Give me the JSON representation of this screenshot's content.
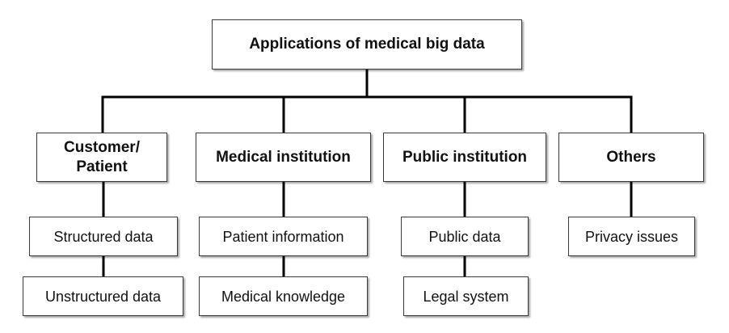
{
  "root": {
    "label": "Applications of medical big data"
  },
  "categories": [
    {
      "label": "Customer/\nPatient",
      "items": [
        "Structured data",
        "Unstructured data"
      ]
    },
    {
      "label": "Medical institution",
      "items": [
        "Patient information",
        "Medical knowledge"
      ]
    },
    {
      "label": "Public institution",
      "items": [
        "Public data",
        "Legal system"
      ]
    },
    {
      "label": "Others",
      "items": [
        "Privacy issues"
      ]
    }
  ]
}
